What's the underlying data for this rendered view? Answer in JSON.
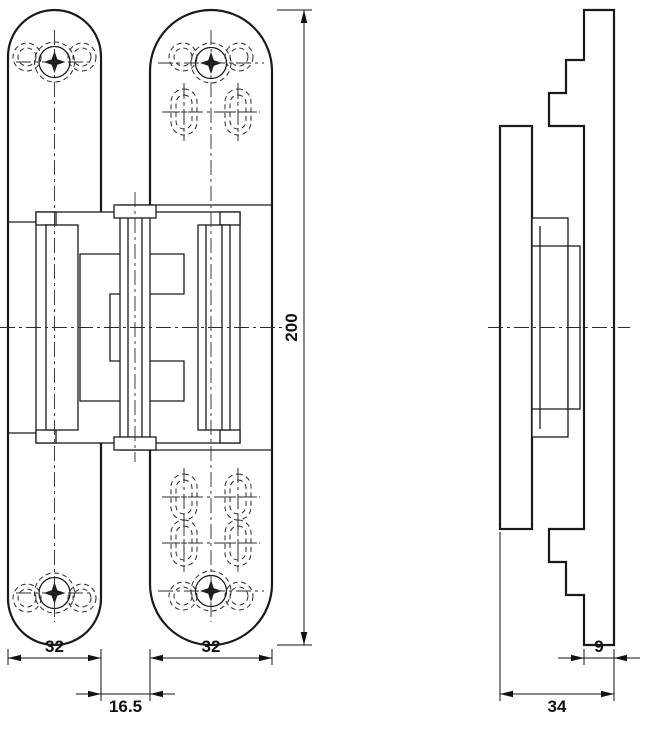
{
  "drawing": {
    "dimensions": {
      "overall_height": "200",
      "left_leaf_width": "32",
      "right_leaf_width": "32",
      "center_gap": "16.5",
      "frame_thickness": "9",
      "overall_depth": "34"
    },
    "colors": {
      "line": "#1a1a1a",
      "background": "#ffffff"
    }
  }
}
